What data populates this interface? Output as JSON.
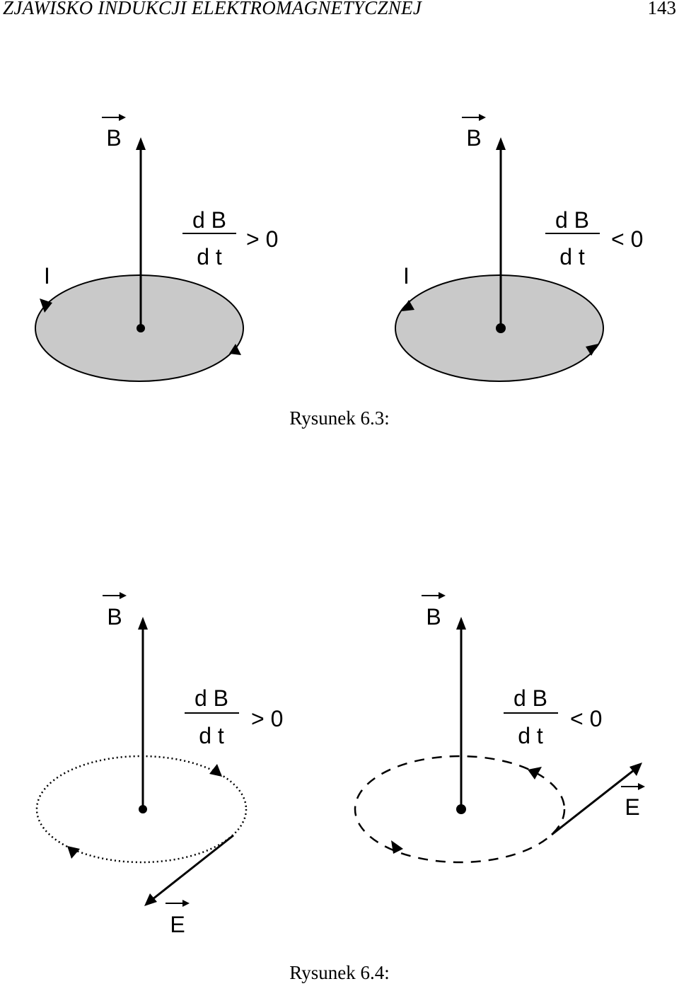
{
  "header": {
    "title": "ZJAWISKO INDUKCJI ELEKTROMAGNETYCZNEJ",
    "page_number": "143"
  },
  "figure_6_3": {
    "caption": "Rysunek 6.3:",
    "left": {
      "vector_label": "B",
      "derivative_num": "d B",
      "derivative_den": "d t",
      "inequality": "> 0",
      "current_label": "I"
    },
    "right": {
      "vector_label": "B",
      "derivative_num": "d B",
      "derivative_den": "d t",
      "inequality": "< 0",
      "current_label": "I"
    },
    "colors": {
      "disc_fill": "#c9c9c9",
      "stroke": "#000000"
    }
  },
  "figure_6_4": {
    "caption": "Rysunek 6.4:",
    "left": {
      "vector_label": "B",
      "derivative_num": "d B",
      "derivative_den": "d t",
      "inequality": "> 0",
      "field_label": "E"
    },
    "right": {
      "vector_label": "B",
      "derivative_num": "d B",
      "derivative_den": "d t",
      "inequality": "< 0",
      "field_label": "E"
    }
  }
}
